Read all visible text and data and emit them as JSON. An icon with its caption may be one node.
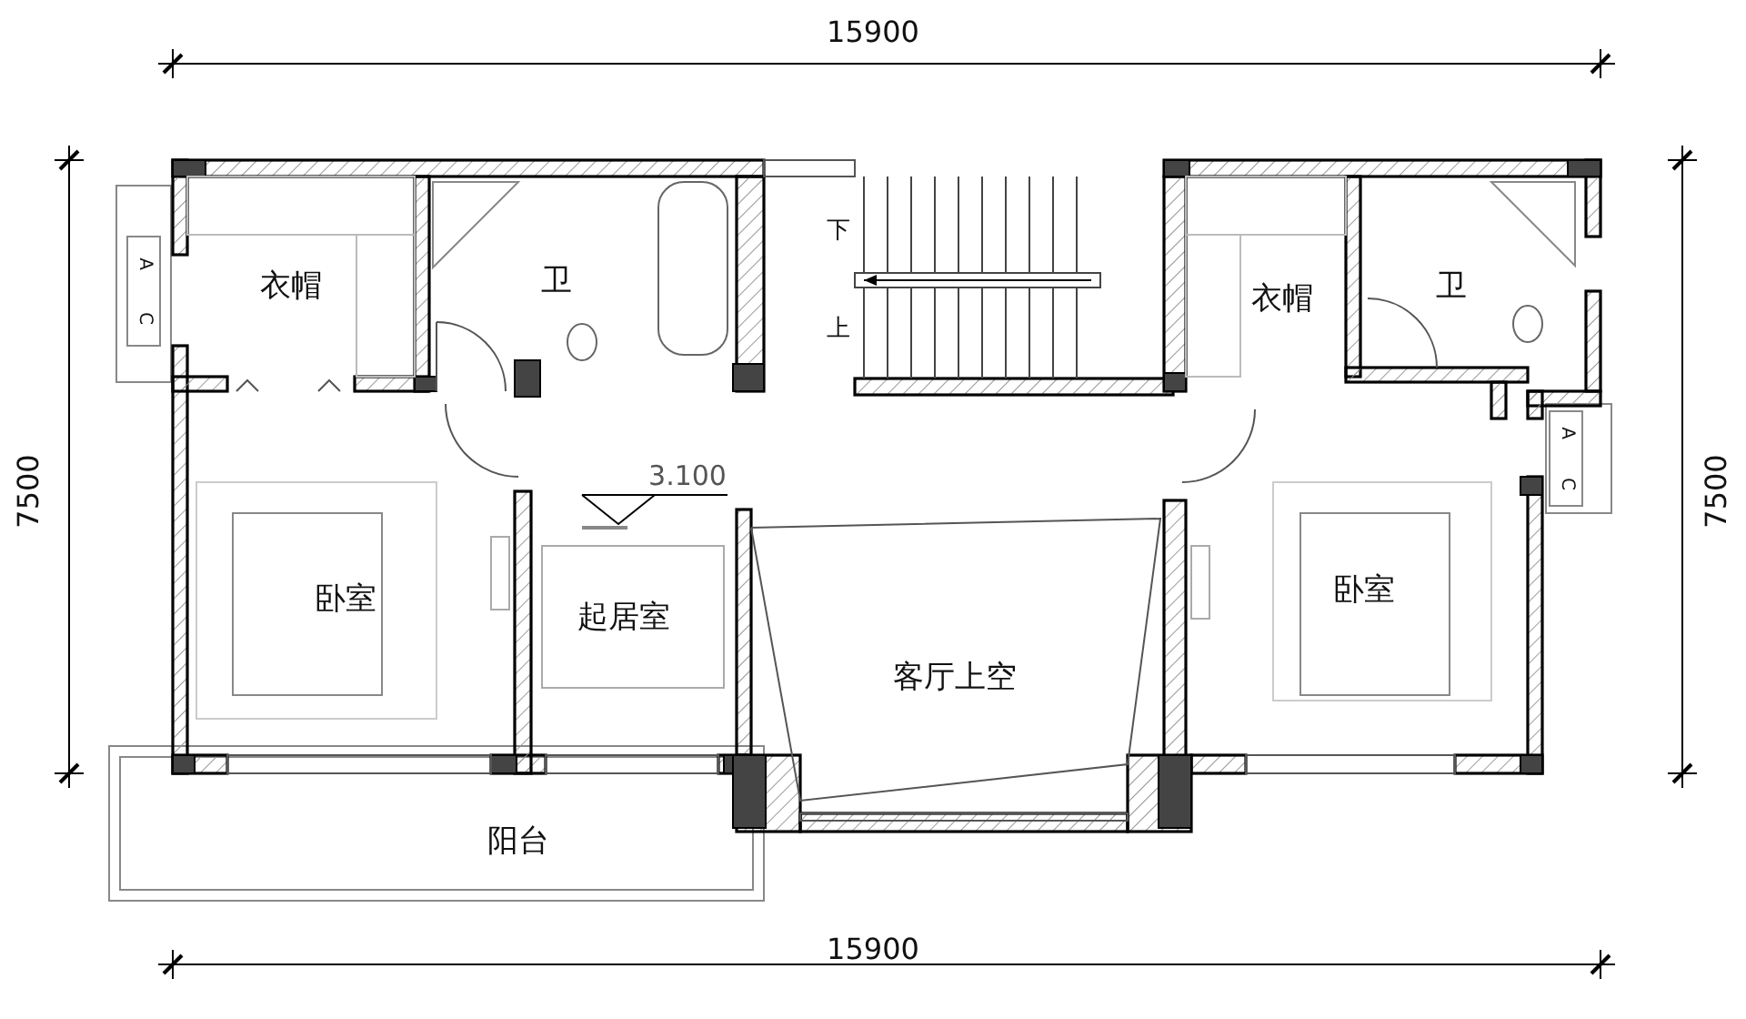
{
  "diagram": {
    "labels": [
      "15900",
      "A",
      "C",
      "衣帽",
      "卫",
      "下",
      "上",
      "衣帽",
      "卫",
      "A",
      "C",
      "7500",
      "7500",
      "3.100",
      "卧室",
      "起居室",
      "客厅上空",
      "卧室",
      "阳台",
      "15900"
    ]
  }
}
